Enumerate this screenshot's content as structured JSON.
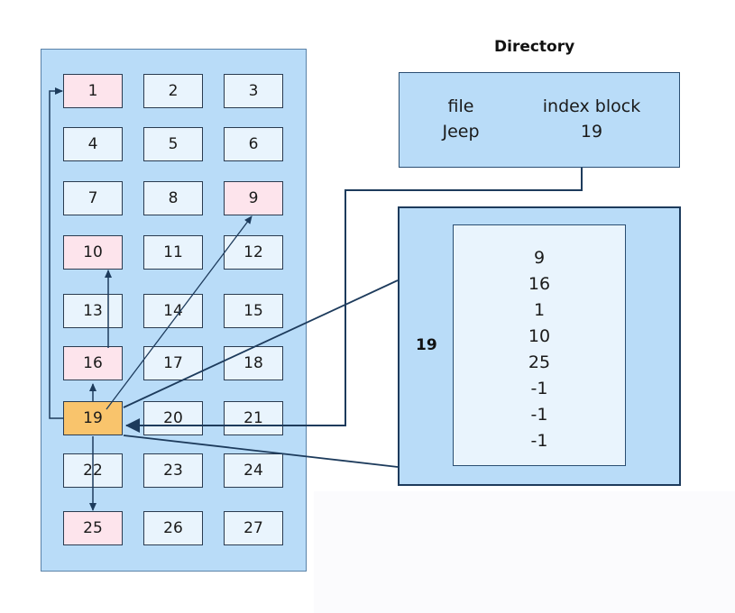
{
  "directory": {
    "title": "Directory",
    "file_header": "file",
    "index_header": "index block",
    "file_name": "Jeep",
    "index_value": "19"
  },
  "disk_blocks": [
    "1",
    "2",
    "3",
    "4",
    "5",
    "6",
    "7",
    "8",
    "9",
    "10",
    "11",
    "12",
    "13",
    "14",
    "15",
    "16",
    "17",
    "18",
    "19",
    "20",
    "21",
    "22",
    "23",
    "24",
    "25",
    "26",
    "27"
  ],
  "file_data_blocks": [
    "1",
    "9",
    "10",
    "16",
    "25"
  ],
  "index_block_number": "19",
  "index_block": {
    "label": "19",
    "entries": [
      "9",
      "16",
      "1",
      "10",
      "25",
      "-1",
      "-1",
      "-1"
    ]
  },
  "colors": {
    "panel": "#b9dcf8",
    "free_block": "#e9f4fd",
    "data_block": "#fde4ec",
    "index_block": "#f9c46c",
    "line": "#1d3b5c"
  }
}
